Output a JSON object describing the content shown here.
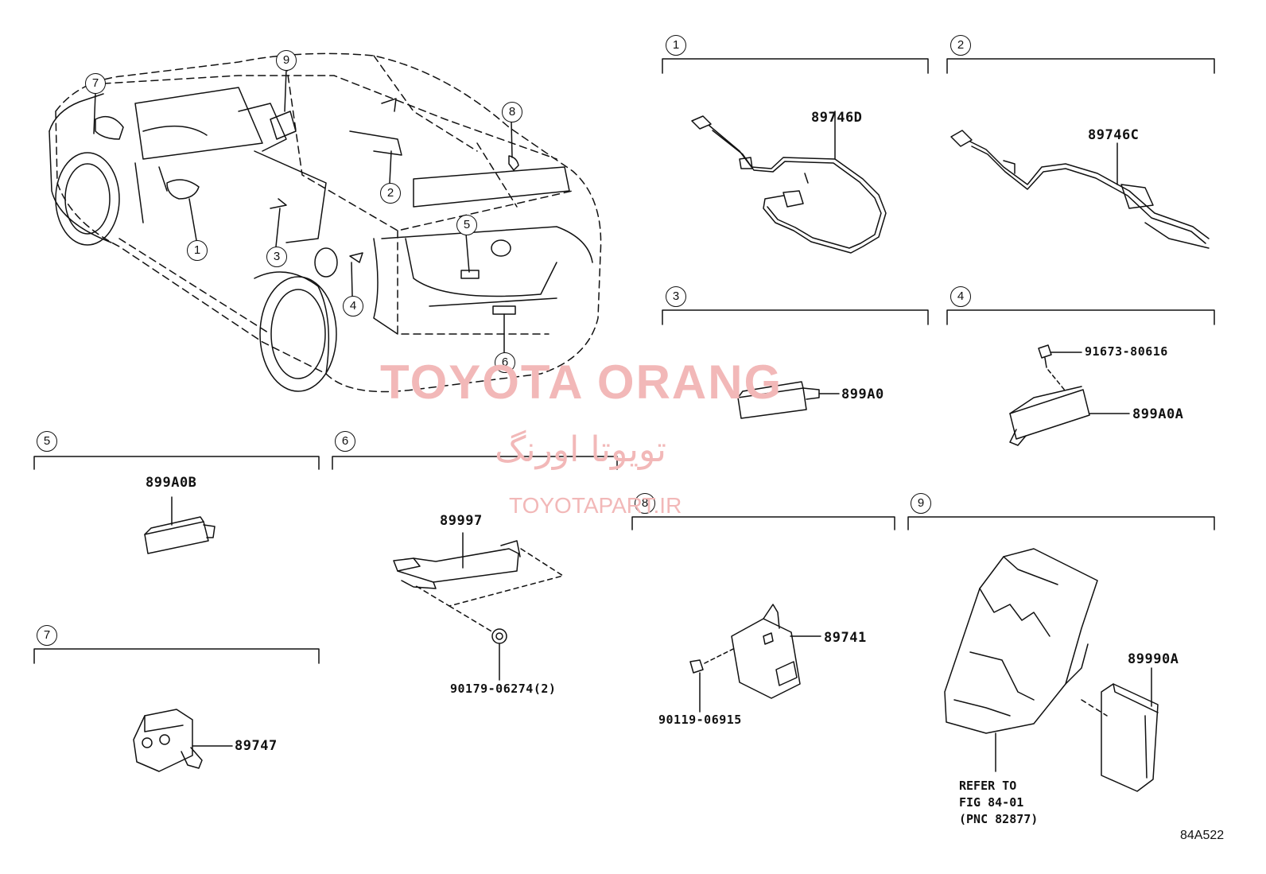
{
  "watermark": {
    "brand": "TOYOTA ORANG",
    "brand_fa": "تویوتا اورنگ",
    "site": "TOYOTAPART.IR"
  },
  "figure_code": "84A522",
  "overview_callouts": [
    "1",
    "2",
    "3",
    "4",
    "5",
    "6",
    "7",
    "8",
    "9"
  ],
  "panels": [
    {
      "no": "1",
      "part": "89746D"
    },
    {
      "no": "2",
      "part": "89746C"
    },
    {
      "no": "3",
      "part": "899A0"
    },
    {
      "no": "4",
      "part": "899A0A",
      "screw": "91673-80616"
    },
    {
      "no": "5",
      "part": "899A0B"
    },
    {
      "no": "6",
      "part": "89997",
      "clip": "90179-06274(2)"
    },
    {
      "no": "7",
      "part": "89747"
    },
    {
      "no": "8",
      "part": "89741",
      "bolt": "90119-06915"
    },
    {
      "no": "9",
      "part": "89990A",
      "refer": [
        "REFER TO",
        "FIG 84-01",
        "(PNC 82877)"
      ]
    }
  ],
  "colors": {
    "line": "#111111",
    "watermark": "#f2b8b8"
  }
}
